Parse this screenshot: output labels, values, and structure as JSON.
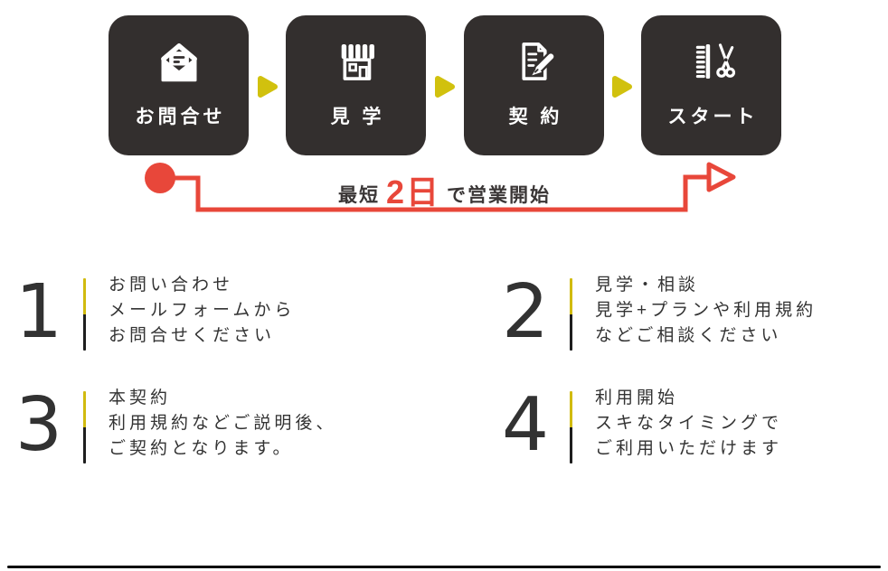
{
  "flow": {
    "boxes": [
      {
        "label": "お問合せ",
        "icon": "open-mail"
      },
      {
        "label": "見 学",
        "icon": "storefront"
      },
      {
        "label": "契 約",
        "icon": "contract-pen"
      },
      {
        "label": "スタート",
        "icon": "comb-scissors"
      }
    ]
  },
  "banner": {
    "prefix": "最短",
    "highlight": "2日",
    "suffix": "で営業開始"
  },
  "steps": [
    {
      "number": "1",
      "title": "お問い合わせ",
      "line2": "メールフォームから",
      "line3": "お問合せください"
    },
    {
      "number": "2",
      "title": "見学・相談",
      "line2": "見学+プランや利用規約",
      "line3": "などご相談ください"
    },
    {
      "number": "3",
      "title": "本契約",
      "line2": "利用規約などご説明後、",
      "line3": "ご契約となります。"
    },
    {
      "number": "4",
      "title": "利用開始",
      "line2": "スキなタイミングで",
      "line3": "ご利用いただけます"
    }
  ],
  "colors": {
    "accent_red": "#e8473a",
    "accent_yellow": "#d1c10e",
    "bar_yellow": "#d1bb10",
    "bar_dark": "#1e1e1e",
    "box_dark": "#332f2e",
    "text_dark": "#333333"
  }
}
